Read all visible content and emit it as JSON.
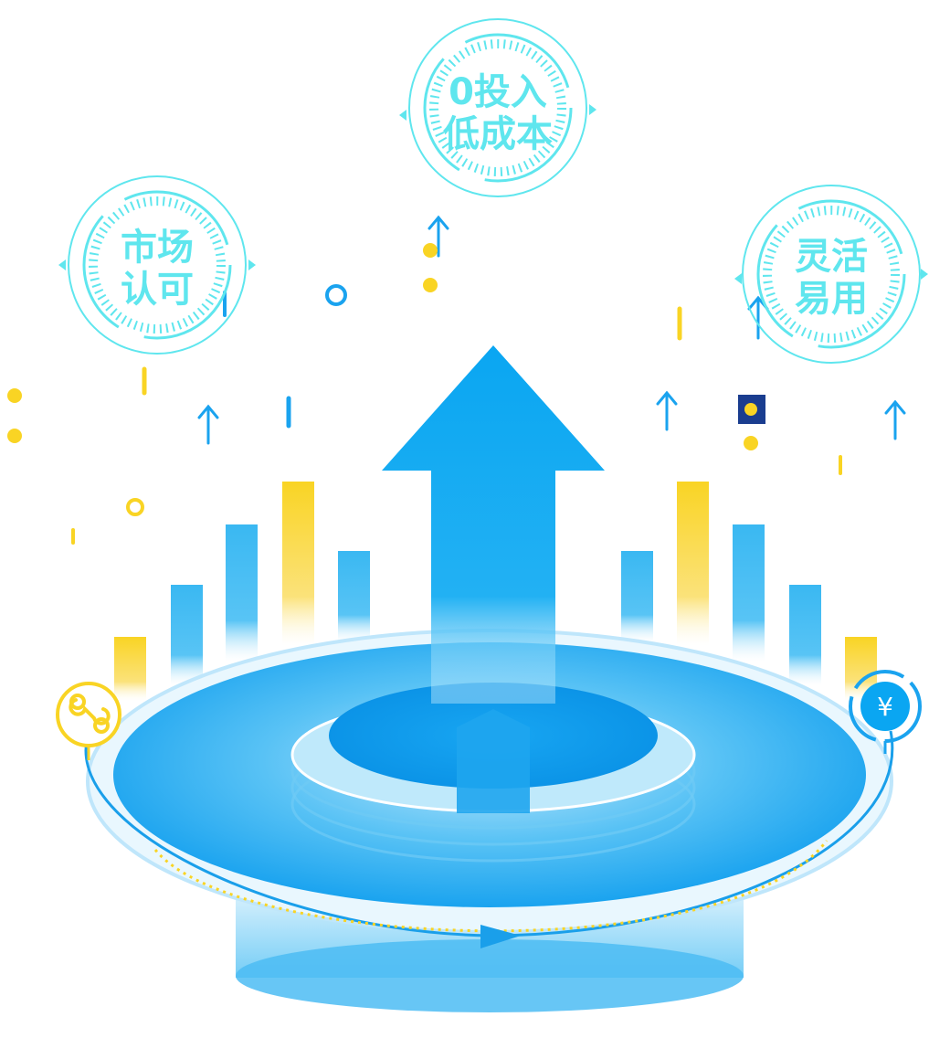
{
  "badges": {
    "left": {
      "line1": "市场",
      "line2": "认可"
    },
    "center": {
      "line1": "0投入",
      "line2": "低成本"
    },
    "right": {
      "line1": "灵活",
      "line2": "易用"
    }
  },
  "icons": {
    "left_icon": "link-chain-icon",
    "right_icon": "yuan-currency-icon",
    "right_symbol": "¥"
  },
  "colors": {
    "primary_blue": "#0aa6f2",
    "light_blue": "#3ab8f2",
    "cyan": "#5fe6ee",
    "yellow": "#f9d424",
    "navy": "#1a3d8f"
  }
}
